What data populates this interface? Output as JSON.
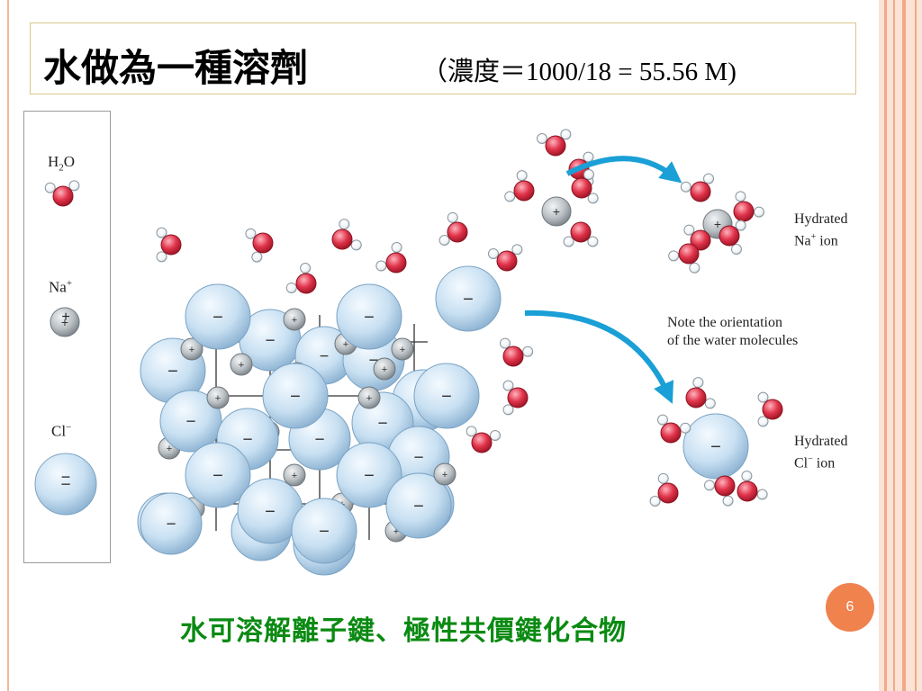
{
  "slide": {
    "title": "水做為一種溶劑",
    "subtitle": "（濃度＝1000/18 = 55.56 M)",
    "caption": "水可溶解離子鍵、極性共價鍵化合物",
    "page_number": "6"
  },
  "legend": {
    "water": {
      "label_main": "H",
      "label_sub": "2",
      "label_end": "O"
    },
    "sodium": {
      "label_main": "Na",
      "label_sup": "+",
      "sign": "+"
    },
    "chloride": {
      "label_main": "Cl",
      "label_sup": "−",
      "sign": "−"
    }
  },
  "annotations": {
    "hydrated_na": {
      "line1": "Hydrated",
      "line2_main": "Na",
      "line2_sup": "+",
      "line2_end": " ion"
    },
    "note": {
      "line1": "Note the orientation",
      "line2": "of the water molecules"
    },
    "hydrated_cl": {
      "line1": "Hydrated",
      "line2_main": "Cl",
      "line2_sup": "−",
      "line2_end": " ion"
    }
  },
  "colors": {
    "chloride": "#c8e0f2",
    "sodium": "#b9bfc3",
    "oxygen": "#e0334a",
    "hydrogen": "#eef3f6",
    "arrow": "#1a9fd6",
    "caption": "#0a8a12",
    "badge": "#f0824e"
  }
}
